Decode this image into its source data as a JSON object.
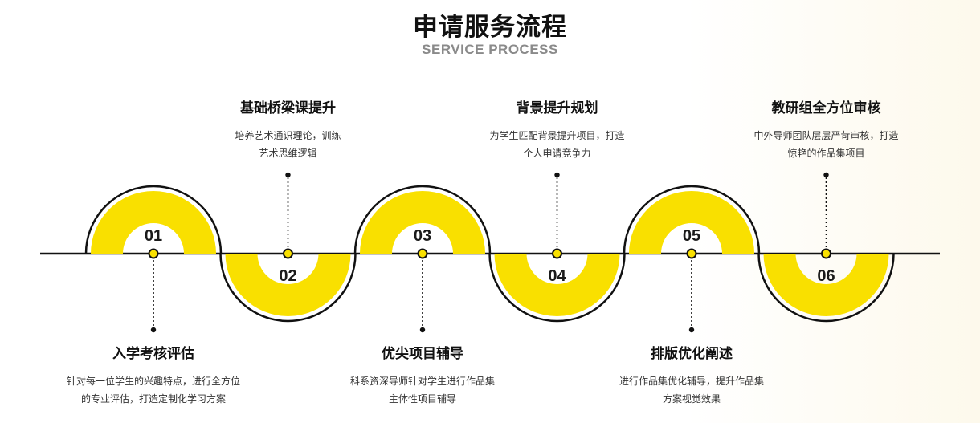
{
  "header": {
    "title": "申请服务流程",
    "subtitle": "SERVICE PROCESS"
  },
  "colors": {
    "accent": "#f9e000",
    "line": "#111111"
  },
  "steps": [
    {
      "number": "01",
      "title": "入学考核评估",
      "desc": [
        "针对每一位学生的兴趣特点，进行全方位",
        "的专业评估，打造定制化学习方案"
      ],
      "arch": "up",
      "label": "below"
    },
    {
      "number": "02",
      "title": "基础桥梁课提升",
      "desc": [
        "培养艺术通识理论，训练",
        "艺术思维逻辑"
      ],
      "arch": "down",
      "label": "above"
    },
    {
      "number": "03",
      "title": "优尖项目辅导",
      "desc": [
        "科系资深导师针对学生进行作品集",
        "主体性项目辅导"
      ],
      "arch": "up",
      "label": "below"
    },
    {
      "number": "04",
      "title": "背景提升规划",
      "desc": [
        "为学生匹配背景提升项目，打造",
        "个人申请竞争力"
      ],
      "arch": "down",
      "label": "above"
    },
    {
      "number": "05",
      "title": "排版优化阐述",
      "desc": [
        "进行作品集优化辅导，提升作品集",
        "方案视觉效果"
      ],
      "arch": "up",
      "label": "below"
    },
    {
      "number": "06",
      "title": "教研组全方位审核",
      "desc": [
        "中外导师团队层层严苛审核，打造",
        "惊艳的作品集项目"
      ],
      "arch": "down",
      "label": "above"
    }
  ]
}
